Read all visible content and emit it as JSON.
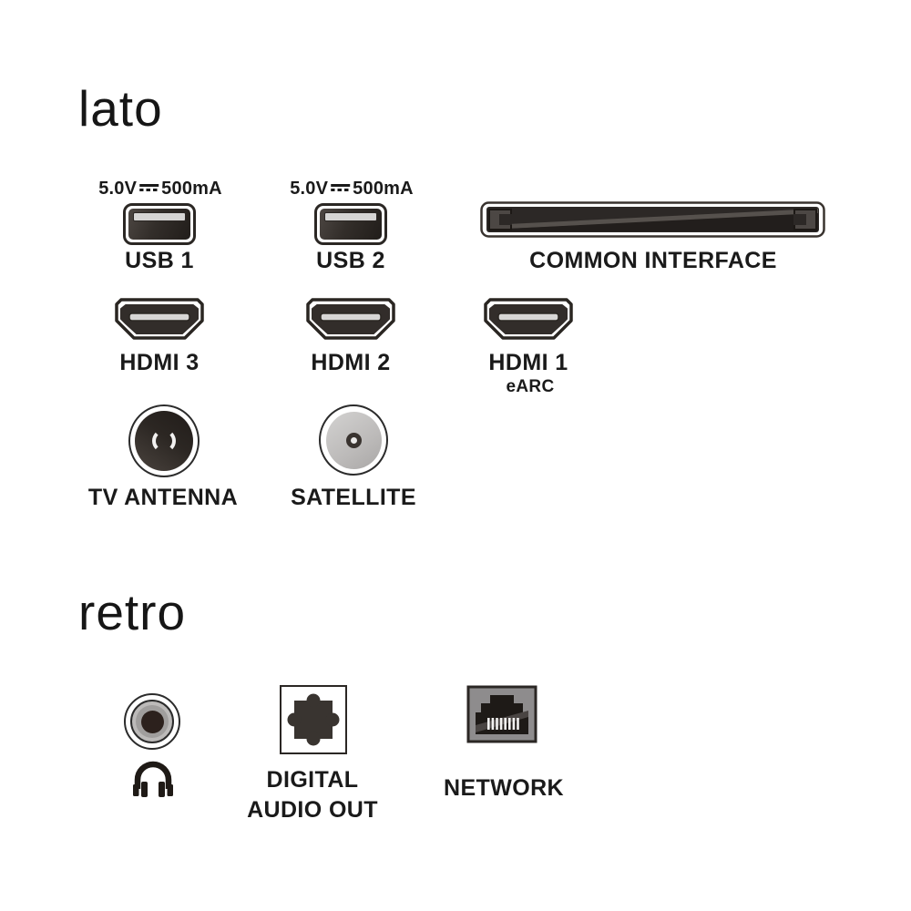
{
  "colors": {
    "background": "#ffffff",
    "text": "#1a1a1a",
    "port_dark": "#2e2926",
    "port_gray": "#8e8c8d",
    "connector_bar_light": "#d6d5d4",
    "satellite_gray": "#c0bebd"
  },
  "side": {
    "title": "lato",
    "usb1": {
      "power_prefix": "5.0V",
      "power_suffix": "500mA",
      "label": "USB 1"
    },
    "usb2": {
      "power_prefix": "5.0V",
      "power_suffix": "500mA",
      "label": "USB 2"
    },
    "common_interface": {
      "label": "COMMON INTERFACE"
    },
    "hdmi3": {
      "label": "HDMI 3"
    },
    "hdmi2": {
      "label": "HDMI 2"
    },
    "hdmi1": {
      "label": "HDMI 1",
      "sublabel": "eARC"
    },
    "tv_antenna": {
      "label": "TV ANTENNA"
    },
    "satellite": {
      "label": "SATELLITE"
    }
  },
  "rear": {
    "title": "retro",
    "digital_audio_out": {
      "label_line1": "DIGITAL",
      "label_line2": "AUDIO OUT"
    },
    "network": {
      "label": "NETWORK"
    }
  },
  "icons": {
    "usb": "usb-port-icon",
    "common_interface": "ci-slot-icon",
    "hdmi": "hdmi-port-icon",
    "tv_antenna": "coax-antenna-icon",
    "satellite": "satellite-f-connector-icon",
    "headphone_jack": "headphone-jack-icon",
    "headphones": "headphones-icon",
    "optical": "toslink-optical-icon",
    "network": "rj45-ethernet-icon"
  }
}
